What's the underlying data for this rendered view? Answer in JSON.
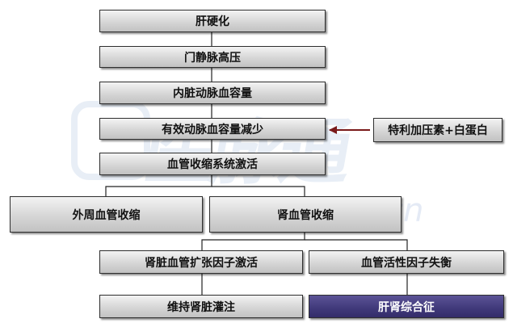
{
  "nodes": {
    "cirrhosis": "肝硬化",
    "portal_hypertension": "门静脉高压",
    "splanchnic_volume": "内脏动脉血容量",
    "effective_volume_decrease": "有效动脉血容量减少",
    "vasoconstrictor_activation": "血管收缩系统激活",
    "peripheral_vasoconstriction": "外周血管收缩",
    "renal_vasoconstriction": "肾血管收缩",
    "renal_vasodilator_activation": "肾脏血管扩张因子激活",
    "vasoactive_imbalance": "血管活性因子失衡",
    "maintain_renal_perfusion": "维持肾脏灌注",
    "hepatorenal_syndrome": "肝肾综合征",
    "treatment": "特利加压素+白蛋白"
  },
  "watermark": {
    "brand": "医脉通",
    "url": "medlive.cn"
  },
  "colors": {
    "box_fill": "#d6d6d6",
    "highlight_fill": "#40397a",
    "arrow": "#7a1a1a",
    "watermark": "#cbd6ea"
  }
}
